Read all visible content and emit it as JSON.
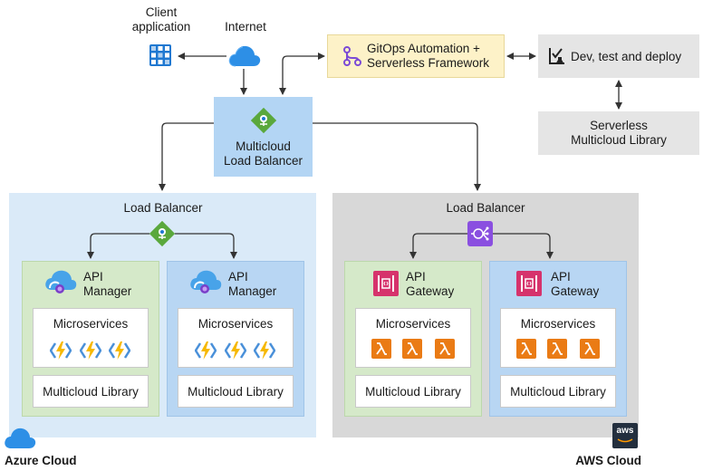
{
  "client": {
    "label": "Client\napplication"
  },
  "internet": {
    "label": "Internet"
  },
  "gitops": {
    "label": "GitOps Automation +\nServerless Framework"
  },
  "devtest": {
    "label": "Dev, test and deploy"
  },
  "library_top": {
    "label": "Serverless\nMulticloud Library"
  },
  "mlb": {
    "label": "Multicloud\nLoad Balancer"
  },
  "azure": {
    "region_label": "Azure Cloud",
    "lb_label": "Load Balancer",
    "left": {
      "title": "API\nManager",
      "micro": "Microservices",
      "lib": "Multicloud Library"
    },
    "right": {
      "title": "API\nManager",
      "micro": "Microservices",
      "lib": "Multicloud Library"
    }
  },
  "aws": {
    "region_label": "AWS Cloud",
    "lb_label": "Load Balancer",
    "logo_text": "aws",
    "left": {
      "title": "API\nGateway",
      "micro": "Microservices",
      "lib": "Multicloud Library"
    },
    "right": {
      "title": "API\nGateway",
      "micro": "Microservices",
      "lib": "Multicloud Library"
    }
  },
  "colors": {
    "azure_region": "#daeaf8",
    "aws_region": "#d8d8d8",
    "green_panel": "#d5e9c9",
    "blue_panel": "#b8d6f3",
    "gitops_bg": "#fdf2c8",
    "gray_box": "#e5e5e5",
    "mlb_bg": "#b3d5f4"
  }
}
